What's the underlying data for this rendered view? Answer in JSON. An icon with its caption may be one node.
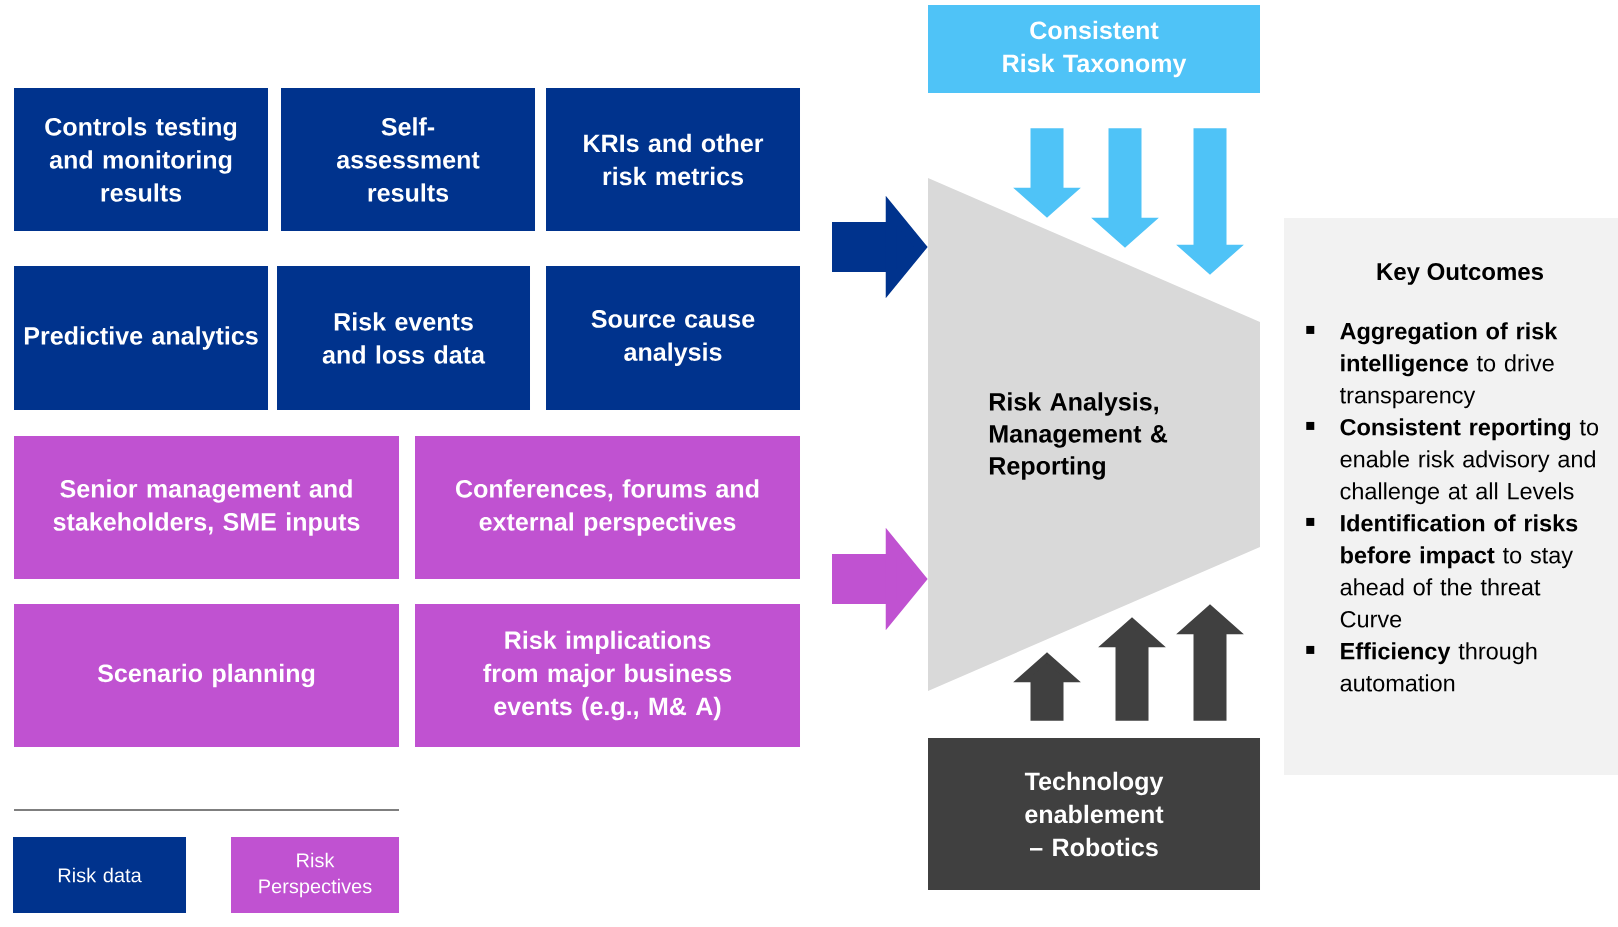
{
  "diagram": {
    "nodes": [
      {
        "text": [
          "Controls testing and monitoring results"
        ]
      },
      {
        "text": [
          "Self-assessment results"
        ]
      },
      {
        "text": [
          "KRIs and other risk metrics"
        ]
      },
      {
        "text": [
          "Predictive analytics"
        ]
      },
      {
        "text": [
          "Risk events and loss data"
        ]
      },
      {
        "text": [
          "Source cause analysis"
        ]
      },
      {
        "text": [
          "Senior management and stakeholders, SME inputs"
        ]
      },
      {
        "text": [
          "Conferences, forums and external perspectives"
        ]
      },
      {
        "text": [
          "Scenario planning"
        ]
      },
      {
        "text": [
          "Risk implications from major business events (e.g., M& A)"
        ]
      },
      {
        "text": [
          "Consistent Risk Taxonomy"
        ]
      },
      {
        "text": [
          "Risk Analysis, Management & Reporting"
        ]
      },
      {
        "text": [
          "Technology enablement – Robotics"
        ]
      },
      {
        "text": [
          "Key Outcomes",
          "**Aggregation of risk intelligence** to drive transparency",
          "**Consistent reporting** to enable risk advisory and challenge at all Levels",
          "**Identification of risks before impact** to stay ahead of the threat Curve",
          "**Efficiency** through automation"
        ]
      }
    ],
    "edges": [
      {
        "from": null,
        "to": 11,
        "arrow": "to",
        "color": "#00338d"
      },
      {
        "from": null,
        "to": 11,
        "arrow": "to",
        "color": "#c052d1"
      },
      {
        "from": 10,
        "to": 11,
        "arrow": "to",
        "color": "#4fc3f7"
      },
      {
        "from": 10,
        "to": 11,
        "arrow": "to",
        "color": "#4fc3f7"
      },
      {
        "from": 10,
        "to": 11,
        "arrow": "to",
        "color": "#4fc3f7"
      },
      {
        "from": 12,
        "to": 11,
        "arrow": "to",
        "color": "#404040"
      },
      {
        "from": 12,
        "to": 11,
        "arrow": "to",
        "color": "#404040"
      },
      {
        "from": 12,
        "to": 11,
        "arrow": "to",
        "color": "#404040"
      }
    ],
    "legend": [
      {
        "text": "Risk data",
        "color": "#00338d"
      },
      {
        "text": "Risk Perspectives",
        "color": "#c052d1"
      }
    ]
  }
}
